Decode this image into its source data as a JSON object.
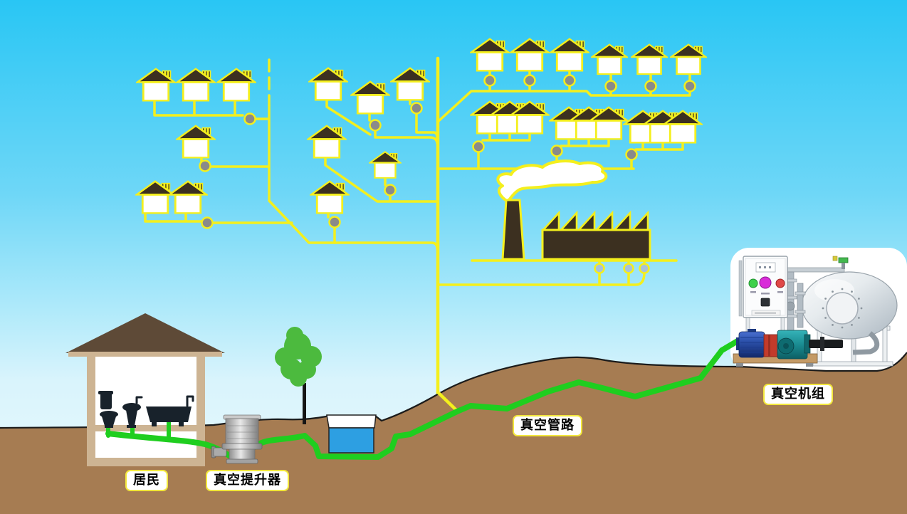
{
  "labels": {
    "residents": "居民",
    "lifter": "真空提升器",
    "pipeline": "真空管路",
    "unit": "真空机组"
  },
  "colors": {
    "sky_top": "#29C6F4",
    "sky_mid": "#6FD7F7",
    "sky_horizon": "#D9F4FC",
    "ground": "#A67C52",
    "ground_line": "#1B1B1B",
    "pipe_yellow": "#F4EF1D",
    "pipe_green": "#1FCE1F",
    "roof": "#3C3020",
    "house_fill": "#FFFFFF",
    "pit_gray": "#8A8A8A",
    "pit_light": "#A9C2D8",
    "label_border": "#F2E73C",
    "water": "#2D9FE2",
    "tree_green": "#4CBA3E",
    "fixture": "#18222B",
    "residence_wall": "#CDB493",
    "residence_roof": "#5E4A37"
  },
  "counts": {
    "detached_houses": 18,
    "row_houses": 9,
    "collection_pits": 16,
    "factory_pits": 3
  }
}
